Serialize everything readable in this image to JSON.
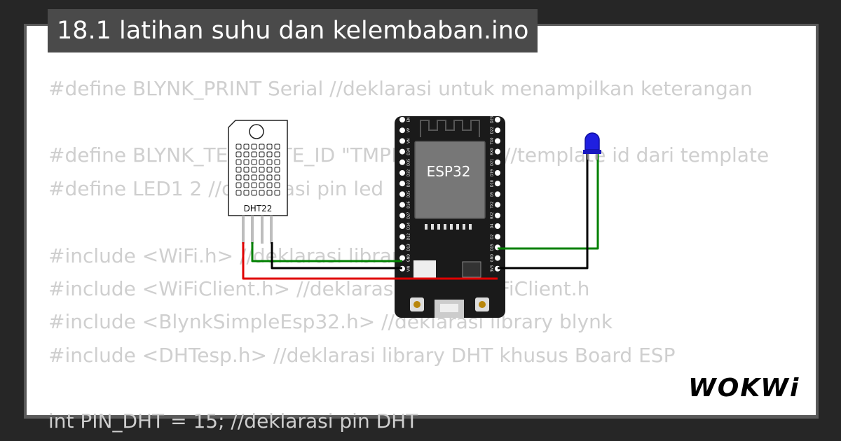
{
  "title": "18.1 latihan suhu dan kelembaban.ino",
  "code_lines": [
    "#define BLYNK_PRINT Serial //deklarasi untuk menampilkan keterangan",
    "",
    "#define BLYNK_TEMPLATE_ID \"TMPLxxxxxxM\" //template id dari template",
    "#define LED1 2 //deklarasi pin led",
    "",
    "#include <WiFi.h> //deklarasi library",
    "#include <WiFiClient.h> //deklarasi library WiFiClient.h",
    "#include <BlynkSimpleEsp32.h> //deklarasi library blynk",
    "#include <DHTesp.h> //deklarasi library DHT khusus Board ESP",
    "",
    "int PIN_DHT = 15; //deklarasi pin DHT"
  ],
  "diagram": {
    "sensor_label": "DHT22",
    "board_label": "ESP32",
    "left_pins": [
      "EN",
      "VP",
      "VN",
      "D34",
      "D35",
      "D32",
      "D33",
      "D25",
      "D26",
      "D27",
      "D14",
      "D12",
      "D13",
      "GND",
      "VIN"
    ],
    "right_pins": [
      "D23",
      "D22",
      "TX0",
      "RX0",
      "D21",
      "D19",
      "D18",
      "D5",
      "TX2",
      "RX2",
      "D4",
      "D2",
      "D15",
      "GND",
      "3V3"
    ]
  },
  "brand": "WOKWi",
  "colors": {
    "background": "#262626",
    "title_bg": "#4a4a4a",
    "code_text": "#cfcfcf",
    "board": "#1a1a1a",
    "wire_red": "#e00000",
    "wire_green": "#008000",
    "wire_black": "#000000",
    "led": "#1f1fe0"
  }
}
